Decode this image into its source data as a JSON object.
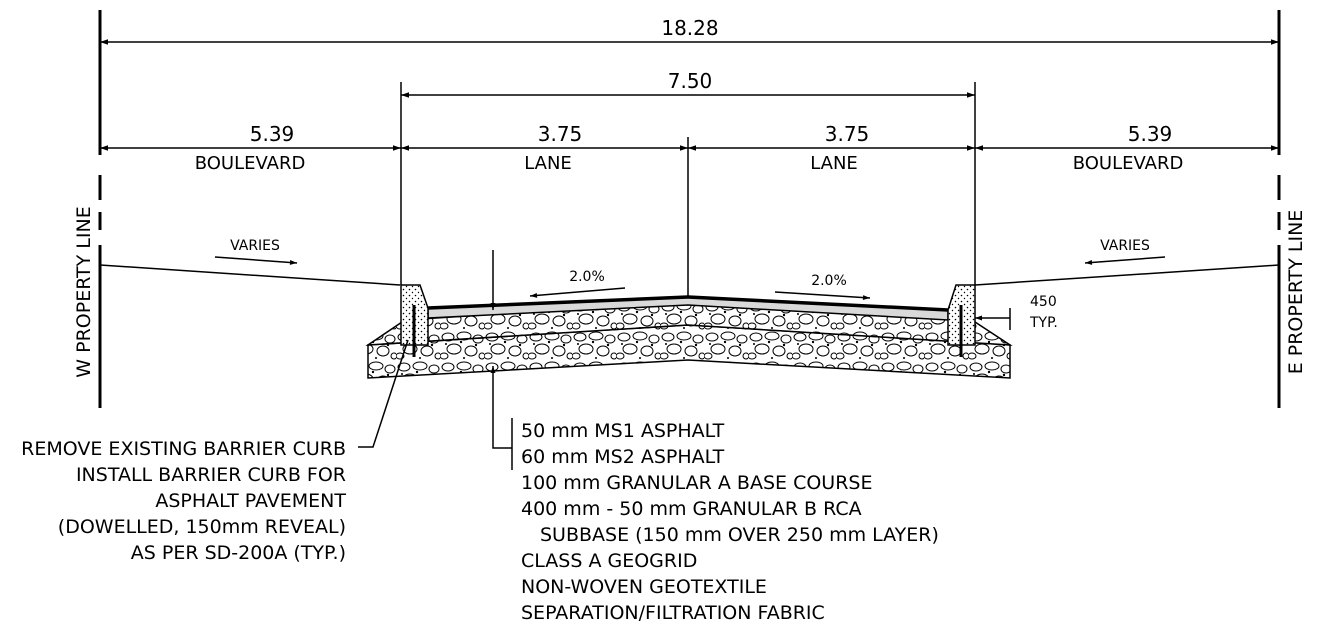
{
  "dimensions": {
    "overall": "18.28",
    "roadway": "7.50",
    "west_boulevard": {
      "value": "5.39",
      "label": "BOULEVARD"
    },
    "west_lane": {
      "value": "3.75",
      "label": "LANE"
    },
    "east_lane": {
      "value": "3.75",
      "label": "LANE"
    },
    "east_boulevard": {
      "value": "5.39",
      "label": "BOULEVARD"
    }
  },
  "property_lines": {
    "west": "W PROPERTY LINE",
    "east": "E PROPERTY LINE"
  },
  "annotations": {
    "west_varies": "VARIES",
    "east_varies": "VARIES",
    "west_slope": "2.0%",
    "east_slope": "2.0%",
    "curb_offset_value": "450",
    "curb_offset_note": "TYP."
  },
  "curb_note": [
    "REMOVE EXISTING BARRIER CURB",
    "INSTALL BARRIER CURB FOR",
    "ASPHALT PAVEMENT",
    "(DOWELLED, 150mm REVEAL)",
    "AS PER SD-200A (TYP.)"
  ],
  "pavement_structure": [
    "50 mm MS1 ASPHALT",
    "60 mm MS2 ASPHALT",
    "100 mm GRANULAR A BASE COURSE",
    "400 mm - 50 mm GRANULAR B RCA",
    "SUBBASE (150 mm OVER 250 mm LAYER)",
    "CLASS A GEOGRID",
    "NON-WOVEN GEOTEXTILE",
    "SEPARATION/FILTRATION FABRIC"
  ]
}
